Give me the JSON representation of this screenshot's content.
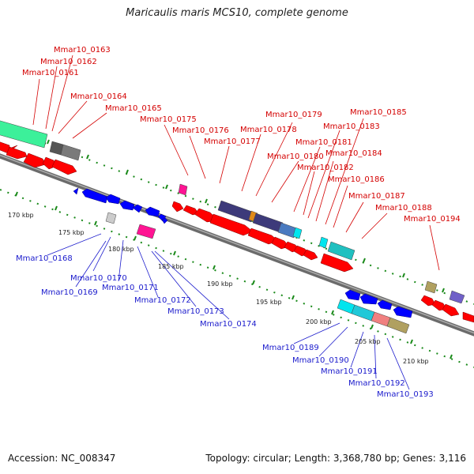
{
  "title": "Maricaulis maris MCS10, complete genome",
  "accession": "Accession: NC_008347",
  "summary": "Topology: circular; Length: 3,368,780 bp; Genes: 3,116",
  "colors": {
    "forward": "#ff0000",
    "reverse": "#0000ff",
    "backbone": "#8f8f8f",
    "top_label": "#d40000",
    "bottom_label": "#1a1acc",
    "tick": "#1a8a1a"
  },
  "kbp_labels": [
    "170 kbp",
    "175 kbp",
    "180 kbp",
    "185 kbp",
    "190 kbp",
    "195 kbp",
    "200 kbp",
    "205 kbp",
    "210 kbp"
  ],
  "top_genes": [
    "Mmar10_0163",
    "Mmar10_0162",
    "Mmar10_0161",
    "Mmar10_0164",
    "Mmar10_0165",
    "Mmar10_0175",
    "Mmar10_0176",
    "Mmar10_0177",
    "Mmar10_0178",
    "Mmar10_0179",
    "Mmar10_0180",
    "Mmar10_0181",
    "Mmar10_0182",
    "Mmar10_0183",
    "Mmar10_0184",
    "Mmar10_0185",
    "Mmar10_0186",
    "Mmar10_0187",
    "Mmar10_0188",
    "Mmar10_0194"
  ],
  "bottom_genes": [
    "Mmar10_0168",
    "Mmar10_0170",
    "Mmar10_0169",
    "Mmar10_0171",
    "Mmar10_0172",
    "Mmar10_0173",
    "Mmar10_0174",
    "Mmar10_0189",
    "Mmar10_0190",
    "Mmar10_0191",
    "Mmar10_0192",
    "Mmar10_0193"
  ]
}
